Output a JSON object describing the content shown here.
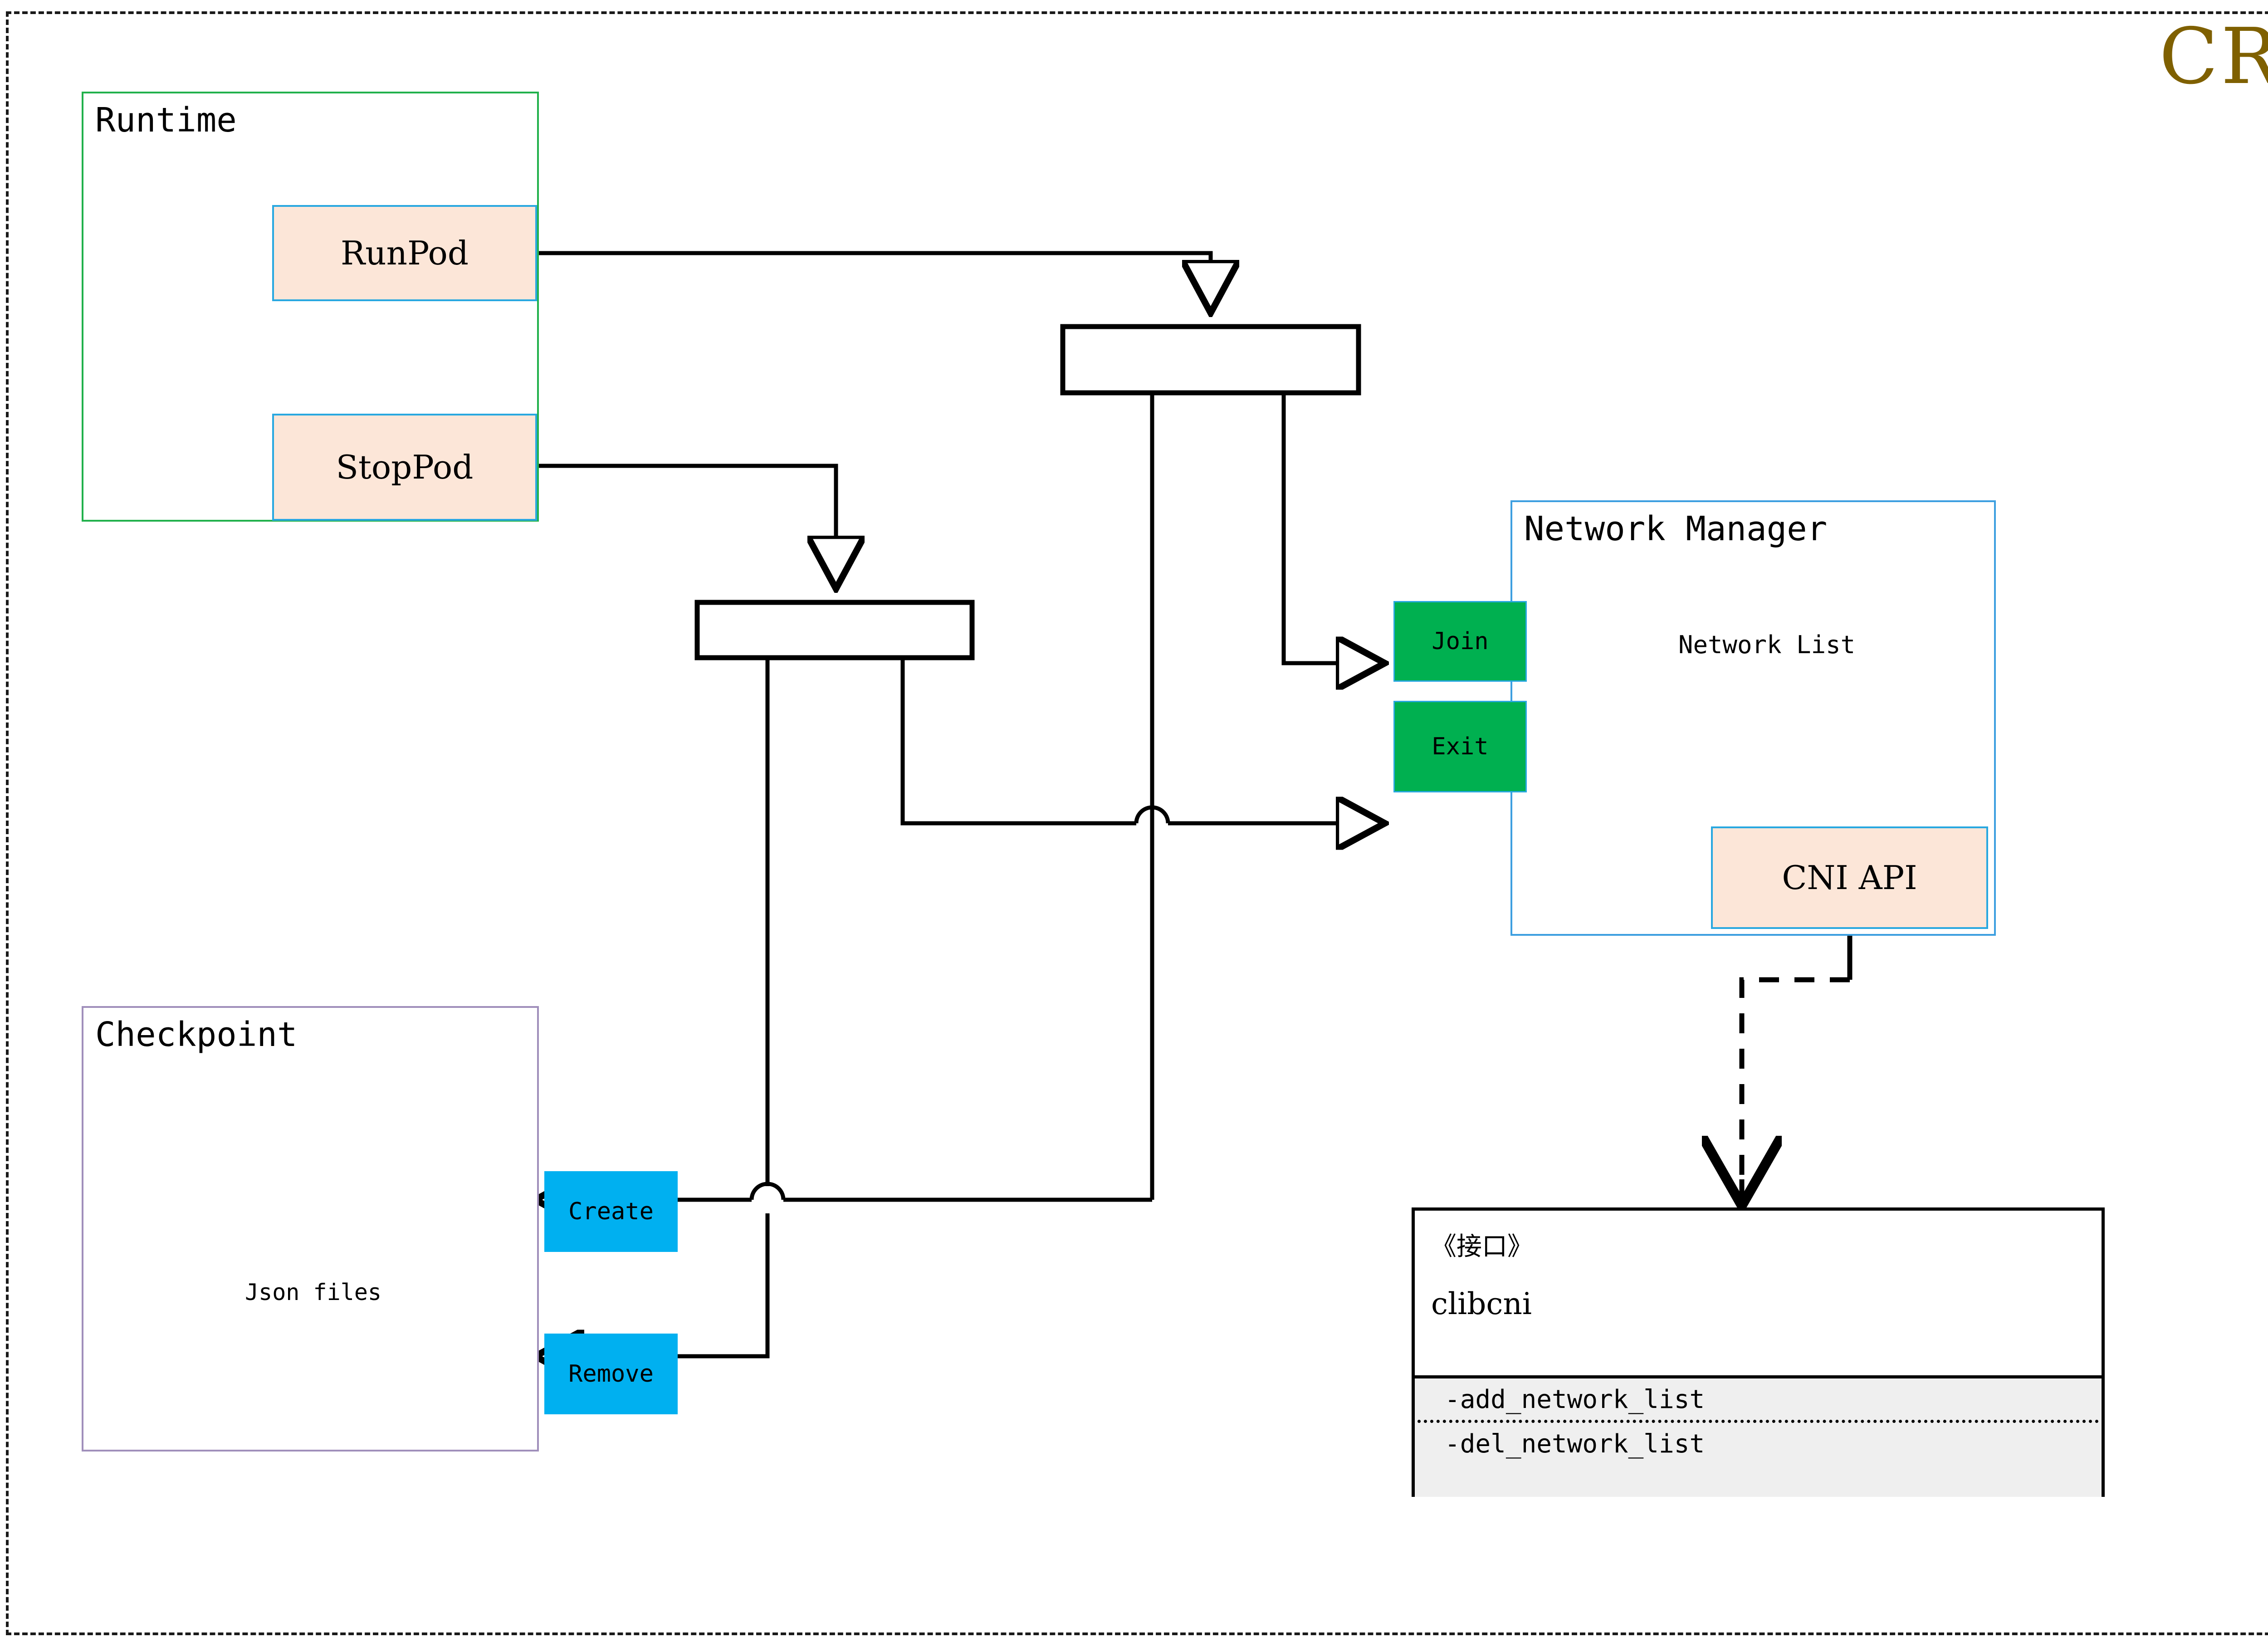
{
  "diagram": {
    "title": "CRI",
    "title_color": "#7f6000",
    "containers": {
      "runtime": {
        "label": "Runtime",
        "border_color": "#22b14c"
      },
      "checkpoint": {
        "label": "Checkpoint",
        "border_color": "#a08fbb"
      },
      "network_manager": {
        "label": "Network Manager",
        "border_color": "#3d9fe0"
      }
    },
    "nodes": {
      "runpod": {
        "label": "RunPod",
        "fill": "#fce6d8",
        "border": "#29a8e0"
      },
      "stoppod": {
        "label": "StopPod",
        "fill": "#fce6d8",
        "border": "#29a8e0"
      },
      "cni_api": {
        "label": "CNI API",
        "fill": "#fce6d8",
        "border": "#29a8e0"
      },
      "join": {
        "label": "Join",
        "fill": "#00b050",
        "border": "#29a8e0"
      },
      "exit": {
        "label": "Exit",
        "fill": "#00b050",
        "border": "#29a8e0"
      },
      "create": {
        "label": "Create",
        "fill": "#00b0f0"
      },
      "remove": {
        "label": "Remove",
        "fill": "#00b0f0"
      }
    },
    "datastores": {
      "json_files": {
        "label": "Json files"
      },
      "network_list": {
        "label": "Network List"
      }
    },
    "interface": {
      "stereotype": "《接口》",
      "name": "clibcni",
      "operations": [
        "-add_network_list",
        "-del_network_list"
      ]
    }
  }
}
